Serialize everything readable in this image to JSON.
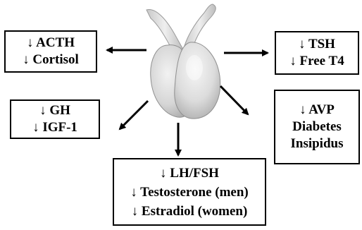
{
  "boxes": {
    "acth": {
      "lines": [
        "↓ ACTH",
        "↓ Cortisol"
      ]
    },
    "tsh": {
      "lines": [
        "↓ TSH",
        "↓ Free T4"
      ]
    },
    "gh": {
      "lines": [
        "↓ GH",
        "↓ IGF-1"
      ]
    },
    "avp": {
      "lines": [
        "↓ AVP",
        "Diabetes",
        "Insipidus"
      ]
    },
    "lhfsh": {
      "lines": [
        "↓ LH/FSH",
        "↓ Testosterone (men)",
        "↓ Estradiol (women)"
      ]
    }
  },
  "colors": {
    "gland_fill": "#dcdcdc",
    "gland_shadow": "#a9a9a9",
    "stroke": "#000000"
  }
}
